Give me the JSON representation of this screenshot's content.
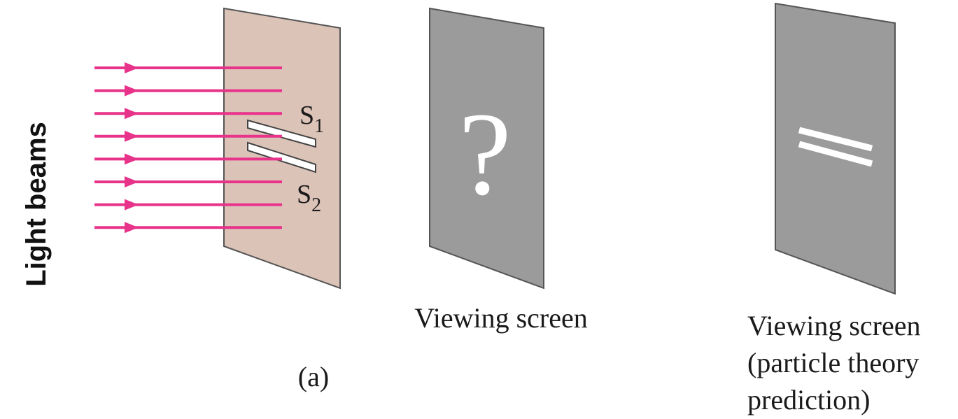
{
  "side_label": "Light beams",
  "slit_labels": {
    "s1": {
      "letter": "S",
      "subscript": "1"
    },
    "s2": {
      "letter": "S",
      "subscript": "2"
    }
  },
  "screen_middle": {
    "symbol": "?",
    "caption": "Viewing screen"
  },
  "figure_label": "(a)",
  "screen_right": {
    "caption_lines": [
      "Viewing screen",
      "(particle theory",
      "prediction)"
    ]
  },
  "colors": {
    "beam": "#e8338a",
    "barrier": "#dcc3b8",
    "screen": "#9b9b9b",
    "edge": "#555555",
    "slit": "#ffffff"
  },
  "beam_count": 8
}
